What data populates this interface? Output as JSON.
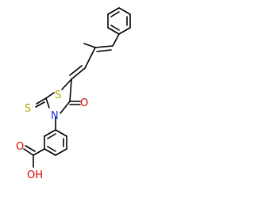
{
  "structure": {
    "atoms": {
      "sulfur_ring": "S",
      "sulfur_thione": "S",
      "nitrogen": "N",
      "oxygen_keto": "O",
      "oxygen_hydroxyl": "OH",
      "oxygen_carbonyl": "O"
    },
    "colors": {
      "bond": "#000000",
      "sulfur": "#b8a800",
      "nitrogen": "#1f3bd6",
      "oxygen": "#e00000"
    }
  }
}
